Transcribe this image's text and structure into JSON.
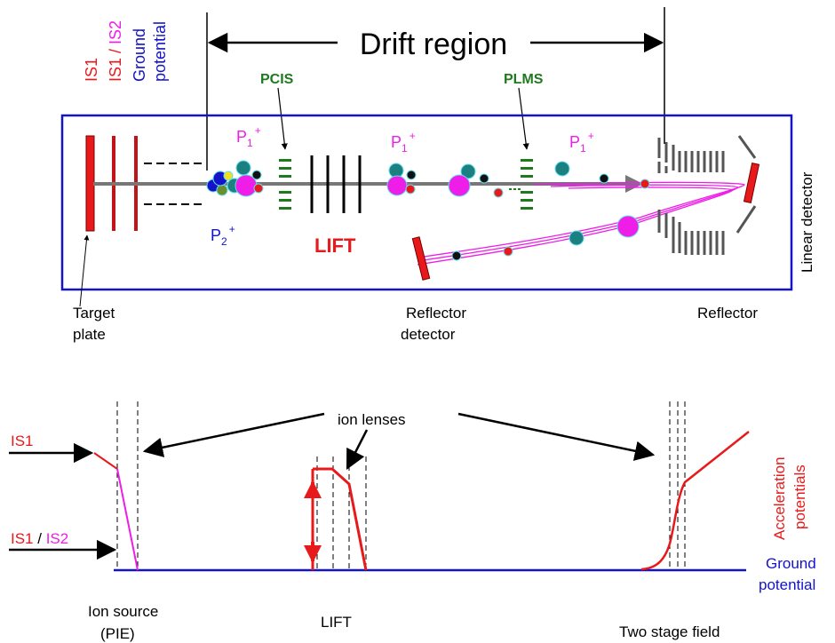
{
  "drift": {
    "label": "Drift region"
  },
  "voltages": {
    "is1": "IS1",
    "is1_is2_a": "IS1 / ",
    "is2": "IS2",
    "ground_line1": "Ground",
    "ground_line2": "potential"
  },
  "gates": {
    "pcis": "PCIS",
    "plms": "PLMS"
  },
  "ions": {
    "p1_base": "P",
    "p1_sub": "1",
    "p1_sup": "+",
    "p2_base": "P",
    "p2_sub": "2",
    "p2_sup": "+"
  },
  "lift": {
    "label": "LIFT"
  },
  "detectors": {
    "linear": "Linear detector"
  },
  "top_labels": {
    "target_1": "Target",
    "target_2": "plate",
    "refl_det_1": "Reflector",
    "refl_det_2": "detector",
    "reflector": "Reflector"
  },
  "bottom": {
    "ion_lenses": "ion lenses",
    "is1": "IS1",
    "is1_a": "IS1",
    "slash": " / ",
    "is2": "IS2",
    "accel_1": "Acceleration",
    "accel_2": "potentials",
    "ground_1": "Ground",
    "ground_2": "potential",
    "ion_source_1": "Ion source",
    "ion_source_2": "(PIE)",
    "lift": "LIFT",
    "two_stage": "Two stage field"
  },
  "colors": {
    "red": "#e8191a",
    "magenta": "#ee1de8",
    "blue": "#1313c8",
    "green": "#1f7a1f",
    "teal": "#1a8080"
  }
}
